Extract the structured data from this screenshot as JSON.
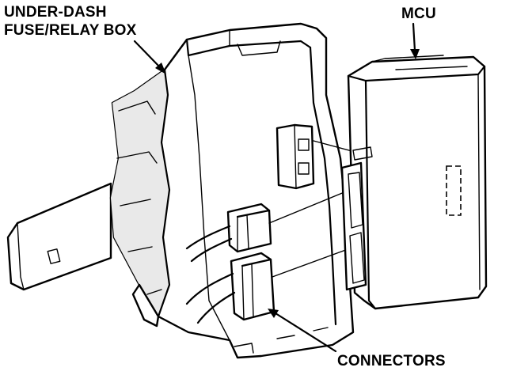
{
  "labels": {
    "fuse_box_line1": "UNDER-DASH",
    "fuse_box_line2": "FUSE/RELAY BOX",
    "mcu": "MCU",
    "connectors": "CONNECTORS"
  },
  "colors": {
    "ink": "#000000",
    "paper": "#ffffff"
  }
}
